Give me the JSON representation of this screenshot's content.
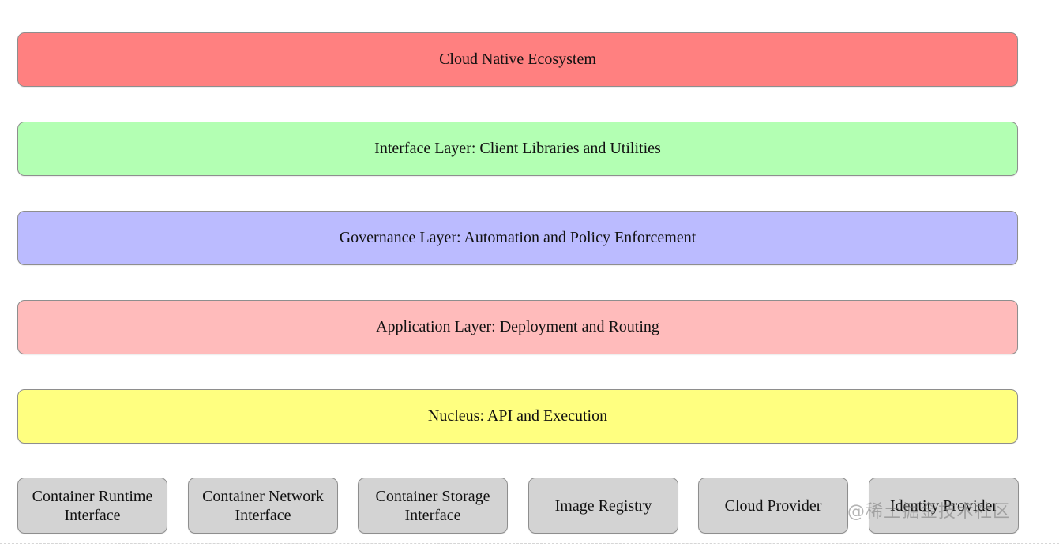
{
  "layers": [
    {
      "label": "Cloud Native Ecosystem",
      "color": "#ff8080"
    },
    {
      "label": "Interface Layer: Client Libraries and Utilities",
      "color": "#b3ffb3"
    },
    {
      "label": "Governance Layer: Automation and Policy Enforcement",
      "color": "#bbbbff"
    },
    {
      "label": "Application Layer: Deployment and Routing",
      "color": "#ffbbbb"
    },
    {
      "label": "Nucleus: API and Execution",
      "color": "#ffff80"
    }
  ],
  "components": [
    {
      "label": "Container Runtime\nInterface"
    },
    {
      "label": "Container Network\nInterface"
    },
    {
      "label": "Container Storage\nInterface"
    },
    {
      "label": "Image Registry"
    },
    {
      "label": "Cloud Provider"
    },
    {
      "label": "Identity Provider"
    }
  ],
  "component_color": "#d3d3d3",
  "watermark": "@稀土掘金技术社区"
}
